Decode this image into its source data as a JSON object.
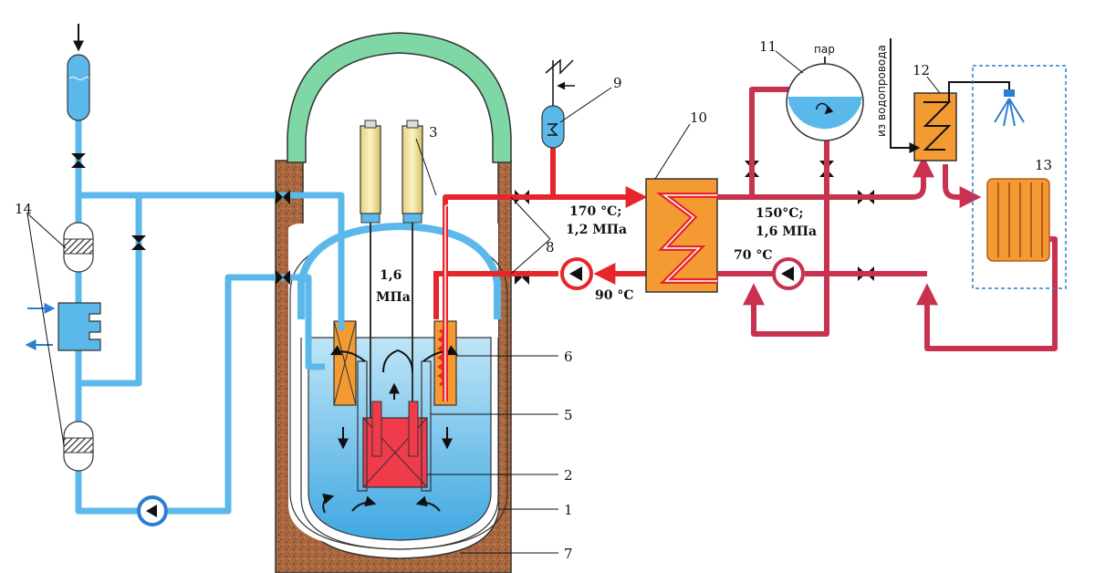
{
  "labels": {
    "hot_leg": "170 °C;",
    "hot_leg_pressure": "1,2 МПа",
    "cold_leg": "90 °C",
    "vessel_pressure_value": "1,6",
    "vessel_pressure_unit": "МПа",
    "secondary_hot": "150°C;",
    "secondary_pressure": "1,6 МПа",
    "secondary_cold": "70 °C",
    "steam": "пар",
    "water_supply": "из водопровода"
  },
  "numbers": [
    "1",
    "2",
    "3",
    "5",
    "6",
    "7",
    "8",
    "9",
    "10",
    "11",
    "12",
    "13",
    "14"
  ],
  "colors": {
    "primary_water": "#5bb8ea",
    "secondary_loop": "#c8324f",
    "hot_pipe": "#e6262b",
    "heat_exchanger": "#f39a33",
    "concrete": "#a9683f",
    "dome": "#7fd7a6",
    "fuel_rods": "#f3e7a3",
    "core": "#ef3b4a"
  }
}
